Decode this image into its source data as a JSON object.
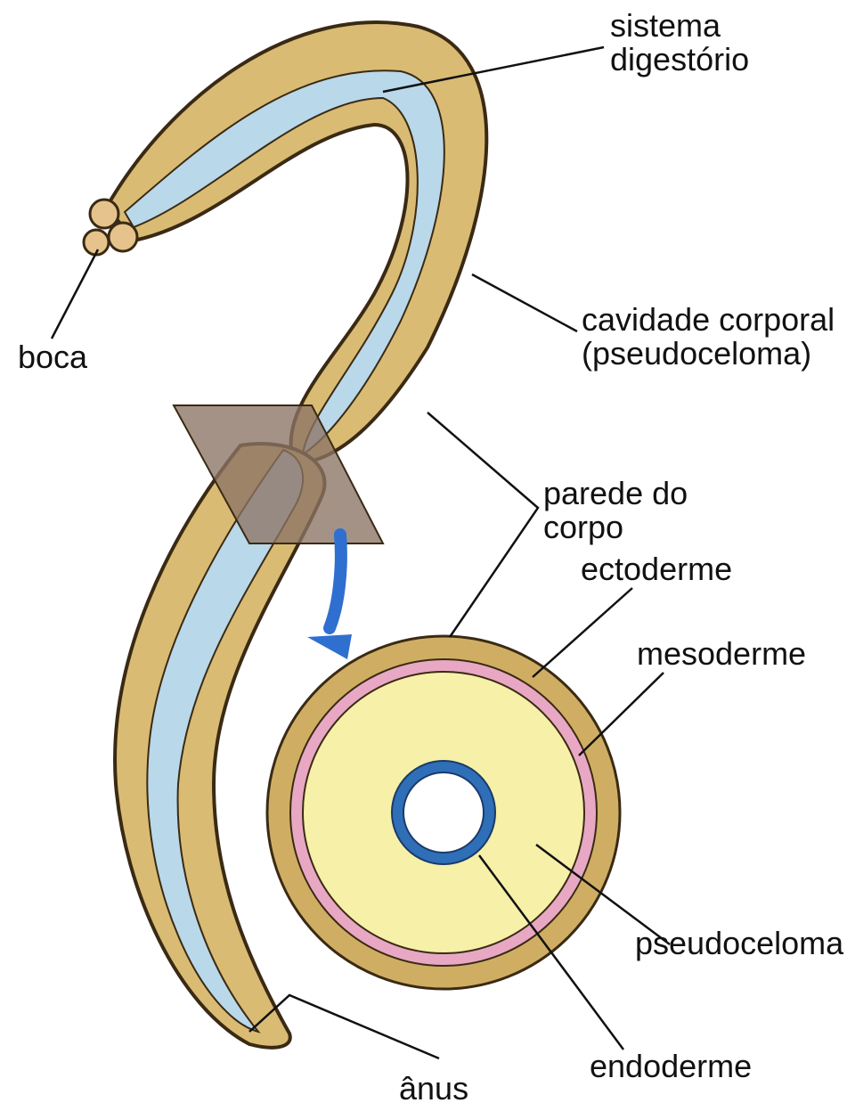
{
  "colors": {
    "body": "#d9bb74",
    "body_edge": "#3a2a14",
    "gut": "#b9d8ea",
    "ectoderm": "#cfae63",
    "mesoderm": "#e8a8c4",
    "pseudocoelom": "#f6f0a8",
    "endoderm": "#2f6fb8",
    "plane": "#8c7364",
    "arrow": "#2f6fd0"
  },
  "labels": {
    "digestive_1": "sistema",
    "digestive_2": "digestório",
    "mouth": "boca",
    "body_cavity_1": "cavidade corporal",
    "body_cavity_2": "(pseudoceloma)",
    "body_wall_1": "parede do",
    "body_wall_2": "corpo",
    "ectoderm": "ectoderme",
    "mesoderm": "mesoderme",
    "pseudocoelom": "pseudoceloma",
    "endoderm": "endoderme",
    "anus": "ânus"
  }
}
